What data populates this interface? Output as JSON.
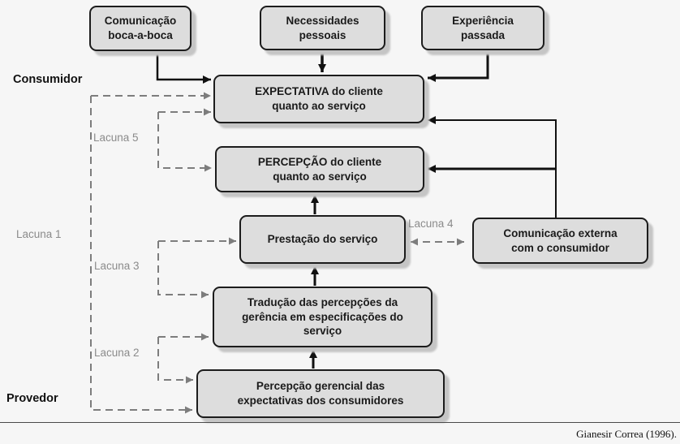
{
  "colors": {
    "background": "#f6f6f6",
    "box_fill": "#dddddd",
    "box_border": "#1c1c1c",
    "line": "#111111",
    "dashed": "#7d7d7d",
    "shadow": "#c5c5c5",
    "gap_label": "#8b8b8b",
    "text": "#1a1a1a"
  },
  "region_labels": {
    "consumer": "Consumidor",
    "provider": "Provedor"
  },
  "gap_labels": {
    "gap1": "Lacuna 1",
    "gap2": "Lacuna 2",
    "gap3": "Lacuna 3",
    "gap4": "Lacuna 4",
    "gap5": "Lacuna 5"
  },
  "nodes": {
    "word_of_mouth": "Comunicação\nboca-a-boca",
    "personal_needs": "Necessidades\npessoais",
    "past_experience": "Experiência\npassada",
    "expectation": "EXPECTATIVA do cliente\nquanto ao serviço",
    "perception": "PERCEPÇÃO do cliente\nquanto ao serviço",
    "service_delivery": "Prestação do serviço",
    "external_communication": "Comunicação externa\ncom o consumidor",
    "translation": "Tradução das percepções da\ngerência em especificações do\nserviço",
    "management_perception": "Percepção gerencial das\nexpectativas dos consumidores"
  },
  "citation": "Gianesir Correa (1996)."
}
